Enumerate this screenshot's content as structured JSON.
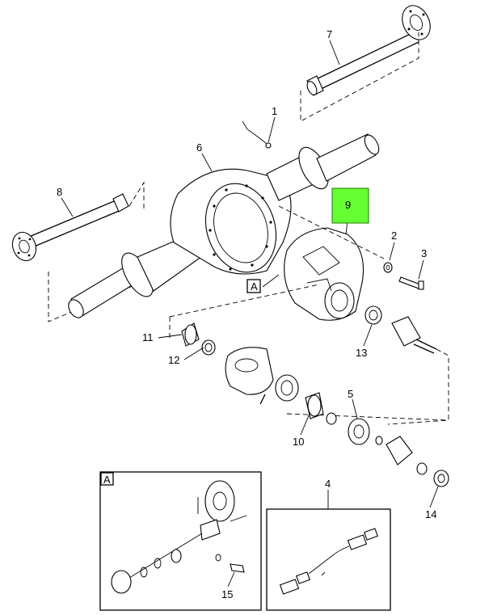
{
  "callouts": {
    "c1": "1",
    "c2": "2",
    "c3": "3",
    "c4": "4",
    "c5": "5",
    "c6": "6",
    "c7": "7",
    "c8": "8",
    "c9": "9",
    "c10": "10",
    "c11": "11",
    "c12": "12",
    "c13": "13",
    "c14": "14",
    "c15": "15"
  },
  "views": {
    "detail_a": "A",
    "detail_a_tag": "A"
  },
  "highlight": {
    "part": "9",
    "color": "#66ff33"
  }
}
